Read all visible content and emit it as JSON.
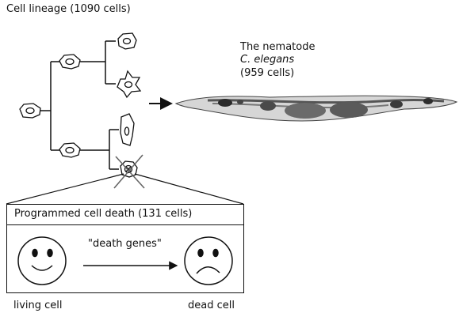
{
  "lineage": {
    "title": "Cell lineage (1090 cells)"
  },
  "organism": {
    "line1": "The nematode",
    "line2": "C. elegans",
    "line3": "(959 cells)"
  },
  "panel": {
    "title": "Programmed cell death (131 cells)",
    "arrow_label": "\"death genes\"",
    "left_label": "living cell",
    "right_label": "dead cell"
  },
  "icons": [
    "cell-icon",
    "dead-cell-icon",
    "worm-image",
    "happy-face-icon",
    "sad-face-icon",
    "arrow-icon"
  ],
  "colors": {
    "stroke": "#111111",
    "worm": "#555555",
    "background": "#ffffff"
  }
}
